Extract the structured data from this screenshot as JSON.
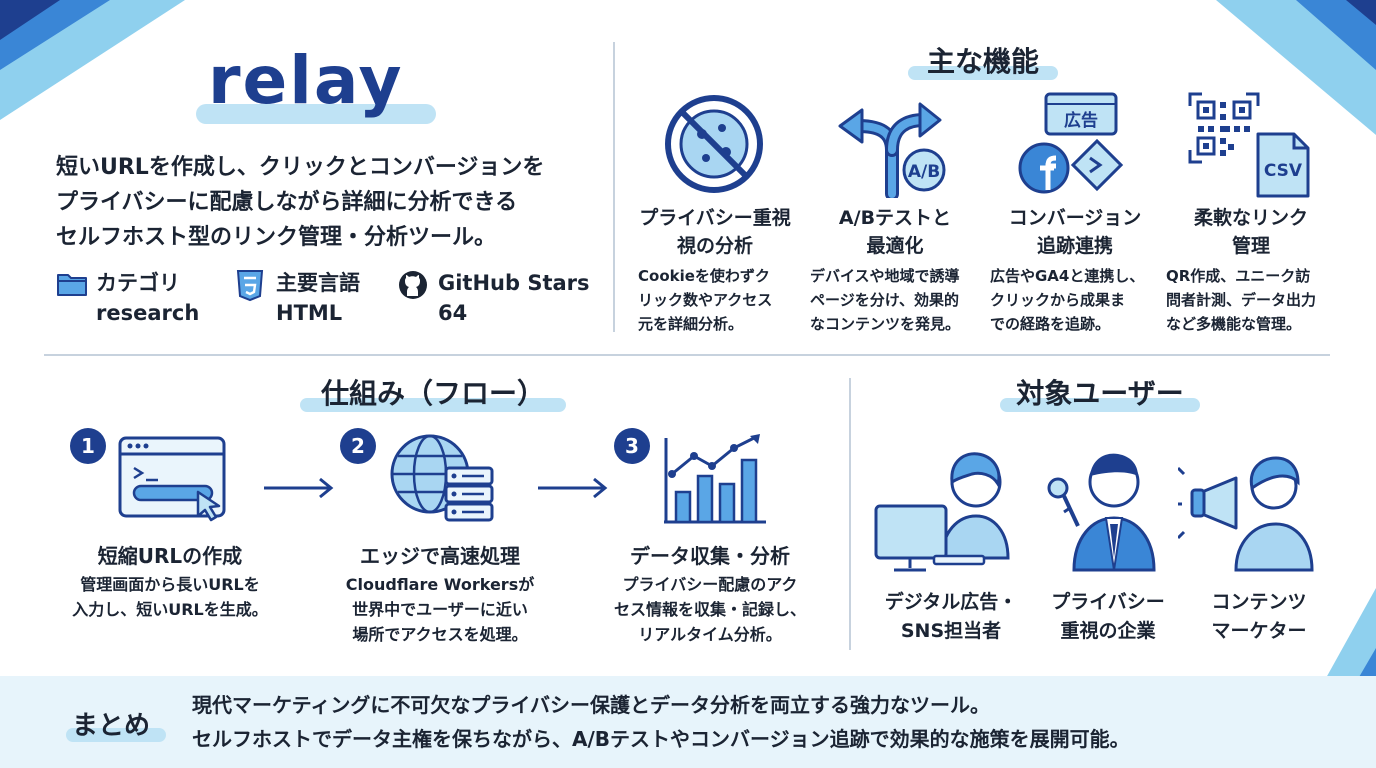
{
  "brand": {
    "logo_text": "relay"
  },
  "intro": {
    "lines": [
      "短いURLを作成し、クリックとコンバージョンを",
      "プライバシーに配慮しながら詳細に分析できる",
      "セルフホスト型のリンク管理・分析ツール。"
    ]
  },
  "meta": [
    {
      "label": "カテゴリ",
      "value": "research",
      "icon": "folder-icon"
    },
    {
      "label": "主要言語",
      "value": "HTML",
      "icon": "html5-icon"
    },
    {
      "label": "GitHub Stars",
      "value": "64",
      "icon": "github-icon"
    }
  ],
  "features": {
    "title": "主な機能",
    "items": [
      {
        "title_lines": [
          "プライバシー重視",
          "視の分析"
        ],
        "desc_lines": [
          "Cookieを使わずク",
          "リック数やアクセス",
          "元を詳細分析。"
        ],
        "icon": "no-cookie-icon"
      },
      {
        "title_lines": [
          "A/Bテストと",
          "最適化"
        ],
        "desc_lines": [
          "デバイスや地域で誘導",
          "ページを分け、効果的",
          "なコンテンツを発見。"
        ],
        "icon": "ab-split-arrow-icon",
        "icon_text": "A/B"
      },
      {
        "title_lines": [
          "コンバージョン",
          "追跡連携"
        ],
        "desc_lines": [
          "広告やGA4と連携し、",
          "クリックから成果ま",
          "での経路を追跡。"
        ],
        "icon": "ads-integration-icon",
        "icon_text": "広告"
      },
      {
        "title_lines": [
          "柔軟なリンク",
          "管理"
        ],
        "desc_lines": [
          "QR作成、ユニーク訪",
          "問者計測、データ出力",
          "など多機能な管理。"
        ],
        "icon": "qr-csv-icon",
        "icon_text": "CSV"
      }
    ]
  },
  "flow": {
    "title": "仕組み（フロー）",
    "steps": [
      {
        "num": "1",
        "title": "短縮URLの作成",
        "desc_lines": [
          "管理画面から長いURLを",
          "入力し、短いURLを生成。"
        ],
        "icon": "browser-click-icon"
      },
      {
        "num": "2",
        "title": "エッジで高速処理",
        "desc_lines": [
          "Cloudflare Workersが",
          "世界中でユーザーに近い",
          "場所でアクセスを処理。"
        ],
        "icon": "globe-server-icon"
      },
      {
        "num": "3",
        "title": "データ収集・分析",
        "desc_lines": [
          "プライバシー配慮のアク",
          "セス情報を収集・記録し、",
          "リアルタイム分析。"
        ],
        "icon": "bar-chart-trend-icon"
      }
    ]
  },
  "users": {
    "title": "対象ユーザー",
    "items": [
      {
        "lines": [
          "デジタル広告・",
          "SNS担当者"
        ],
        "icon": "person-computer-icon"
      },
      {
        "lines": [
          "プライバシー",
          "重視の企業"
        ],
        "icon": "businessman-key-icon"
      },
      {
        "lines": [
          "コンテンツ",
          "マーケター"
        ],
        "icon": "marketer-megaphone-icon"
      }
    ]
  },
  "summary": {
    "label": "まとめ",
    "lines": [
      "現代マーケティングに不可欠なプライバシー保護とデータ分析を両立する強力なツール。",
      "セルフホストでデータ主権を保ちながら、A/Bテストやコンバージョン追跡で効果的な施策を展開可能。"
    ]
  },
  "colors": {
    "primary": "#1e3f8f",
    "accent": "#3b7dd8",
    "light": "#bfe3f5",
    "summary_bg": "#e7f4fb"
  }
}
